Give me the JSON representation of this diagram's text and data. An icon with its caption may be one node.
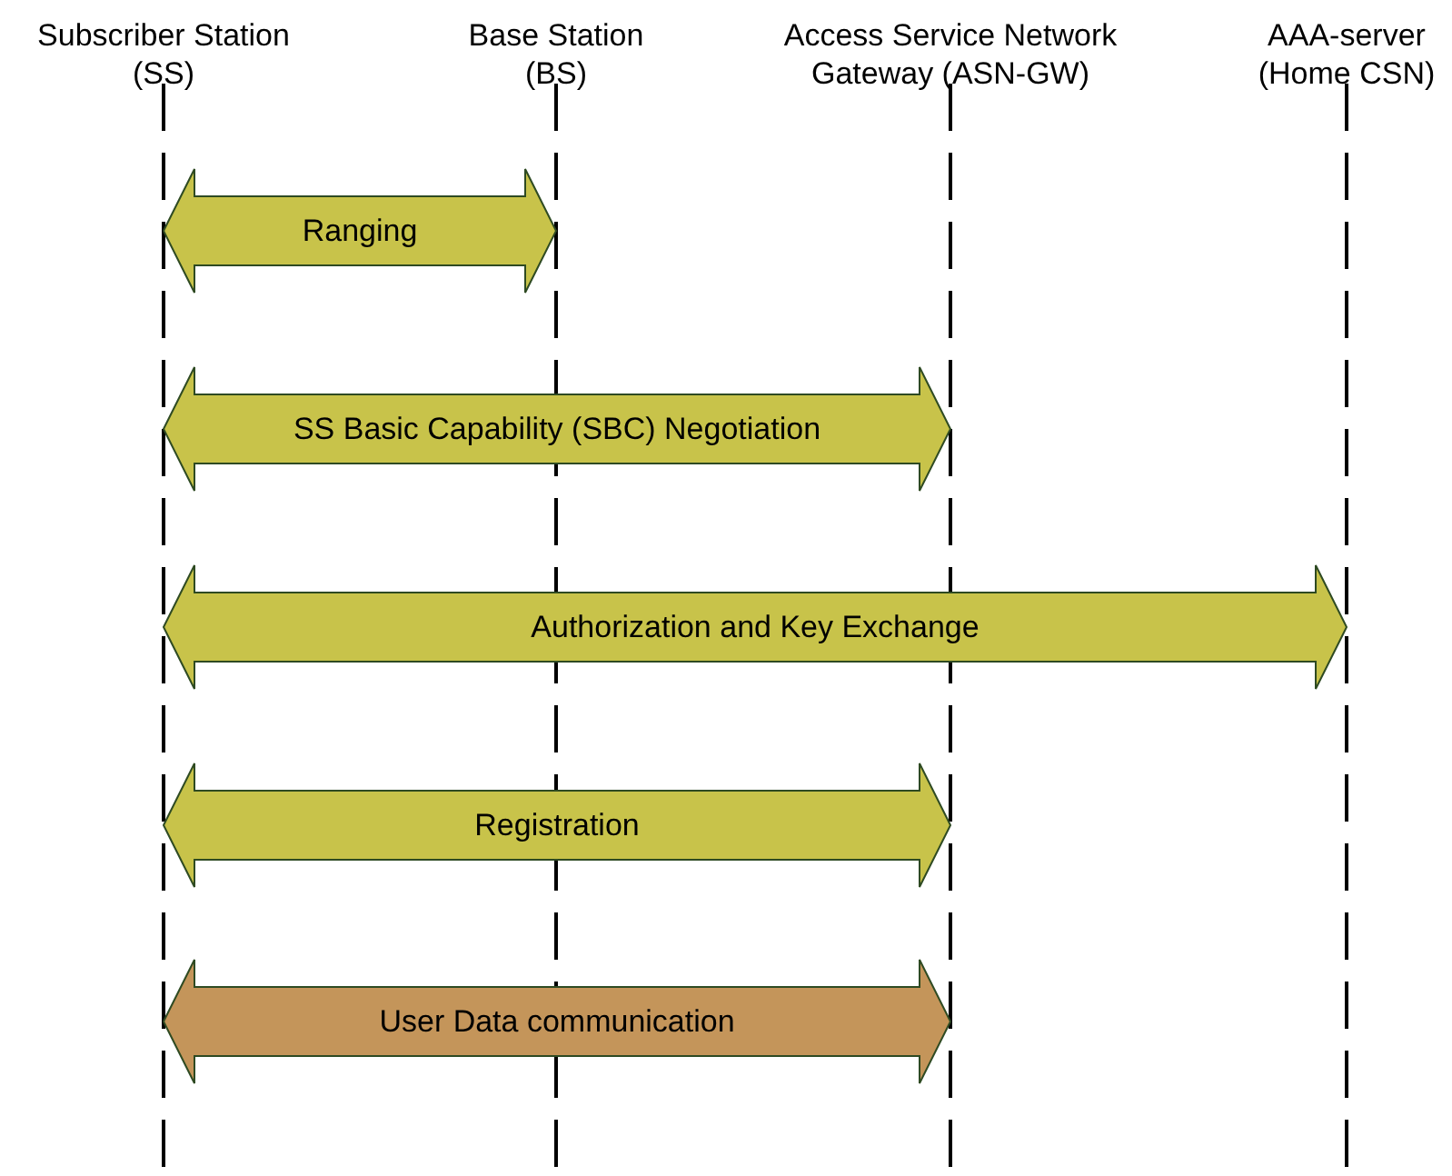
{
  "diagram": {
    "nodes": [
      {
        "text": [
          "Subscriber Station (SS)"
        ]
      },
      {
        "text": [
          "Base Station (BS)"
        ]
      },
      {
        "text": [
          "Access Service Network Gateway (ASN-GW)"
        ]
      },
      {
        "text": [
          "AAA-server (Home CSN)"
        ]
      }
    ],
    "edges": [
      {
        "from": 0,
        "to": 1,
        "arrow": "both",
        "label": "Ranging"
      },
      {
        "from": 0,
        "to": 2,
        "arrow": "both",
        "label": "SS Basic Capability (SBC) Negotiation"
      },
      {
        "from": 0,
        "to": 3,
        "arrow": "both",
        "label": "Authorization and Key Exchange"
      },
      {
        "from": 0,
        "to": 2,
        "arrow": "both",
        "label": "Registration"
      },
      {
        "from": 0,
        "to": 2,
        "arrow": "both",
        "label": "User Data communication",
        "color": "#c4955a"
      }
    ]
  }
}
